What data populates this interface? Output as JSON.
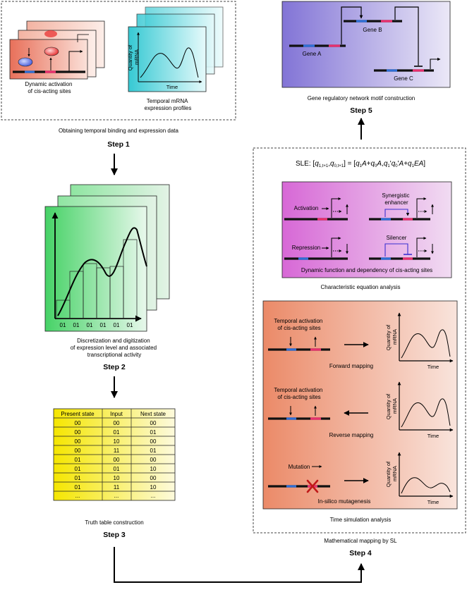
{
  "step1": {
    "cis_caption": [
      "Dynamic activation",
      "of cis-acting sites"
    ],
    "profile_caption": [
      "Temporal mRNA",
      "expression profiles"
    ],
    "y_axis": [
      "Quantity of",
      "mRNA"
    ],
    "x_axis": "Time",
    "panel_title": "Obtaining temporal binding and expression data",
    "label": "Step 1"
  },
  "step2": {
    "digits": [
      "01",
      "01",
      "01",
      "01",
      "01",
      "01"
    ],
    "caption": [
      "Discretization and digitization",
      "of expression level and associated",
      "transcriptional activity"
    ],
    "label": "Step 2"
  },
  "step3": {
    "headers": [
      "Present state",
      "Input",
      "Next state"
    ],
    "rows": [
      [
        "00",
        "00",
        "00"
      ],
      [
        "00",
        "01",
        "01"
      ],
      [
        "00",
        "10",
        "00"
      ],
      [
        "00",
        "11",
        "01"
      ],
      [
        "01",
        "00",
        "00"
      ],
      [
        "01",
        "01",
        "10"
      ],
      [
        "01",
        "10",
        "00"
      ],
      [
        "01",
        "11",
        "10"
      ],
      [
        "...",
        "...",
        "..."
      ]
    ],
    "caption": "Truth table construction",
    "label": "Step 3"
  },
  "step4": {
    "characteristic": {
      "activation": "Activation",
      "repression": "Repression",
      "synergistic": [
        "Synergistic",
        "enhancer"
      ],
      "silencer": "Silencer",
      "panel_caption": "Dynamic function and dependency of cis-acting sites",
      "section_caption": "Characteristic equation analysis"
    },
    "simulation": {
      "temporal_activation": [
        "Temporal activation",
        "of cis-acting sites"
      ],
      "forward": "Forward mapping",
      "reverse": "Reverse mapping",
      "mutation": "Mutation",
      "mutagenesis": "In-silico mutagenesis",
      "y_axis": [
        "Quantity of",
        "mRNA"
      ],
      "x_axis": "Time",
      "section_caption": "Time simulation analysis"
    },
    "panel_title": "Mathematical mapping by SL",
    "label": "Step 4"
  },
  "step5": {
    "genes": [
      "Gene A",
      "Gene B",
      "Gene C"
    ],
    "caption": "Gene regulatory network motif construction",
    "label": "Step 5"
  },
  "colors": {
    "enhancer_blue": "#2f6fd6",
    "site_pink": "#e8306e",
    "cyan": "#34c9d4",
    "green": "#4fd46a",
    "yellow": "#f4e81a",
    "violet": "#8a7ad8",
    "magenta": "#d96ad8",
    "salmon": "#ea8a6a"
  }
}
